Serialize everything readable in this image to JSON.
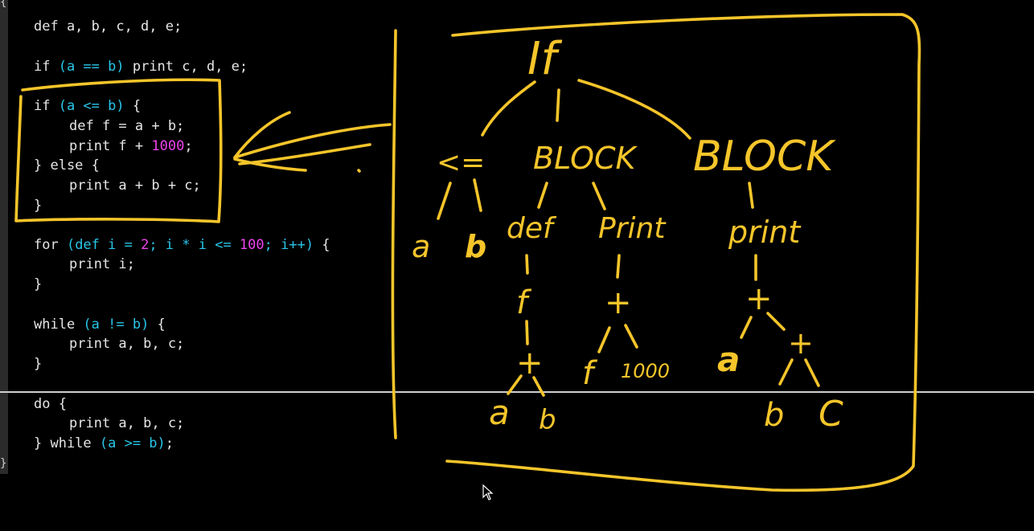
{
  "editor": {
    "gutter": {
      "open_brace": "{",
      "close_brace": "}"
    },
    "lines": [
      {
        "indent": 0,
        "tokens": [
          {
            "t": "def a, b, c, d, e;",
            "c": "p"
          }
        ]
      },
      {
        "indent": 0,
        "tokens": []
      },
      {
        "indent": 0,
        "tokens": [
          {
            "t": "if ",
            "c": "p"
          },
          {
            "t": "(a == b)",
            "c": "cy"
          },
          {
            "t": " print c, d, e;",
            "c": "p"
          }
        ]
      },
      {
        "indent": 0,
        "tokens": []
      },
      {
        "indent": 0,
        "tokens": [
          {
            "t": "if ",
            "c": "p"
          },
          {
            "t": "(a <= b)",
            "c": "cy"
          },
          {
            "t": " {",
            "c": "p"
          }
        ]
      },
      {
        "indent": 1,
        "tokens": [
          {
            "t": "def f = a + b;",
            "c": "p"
          }
        ]
      },
      {
        "indent": 1,
        "tokens": [
          {
            "t": "print f + ",
            "c": "p"
          },
          {
            "t": "1000",
            "c": "mg"
          },
          {
            "t": ";",
            "c": "p"
          }
        ]
      },
      {
        "indent": 0,
        "tokens": [
          {
            "t": "} else {",
            "c": "p"
          }
        ]
      },
      {
        "indent": 1,
        "tokens": [
          {
            "t": "print a + b + c;",
            "c": "p"
          }
        ]
      },
      {
        "indent": 0,
        "tokens": [
          {
            "t": "}",
            "c": "p"
          }
        ]
      },
      {
        "indent": 0,
        "tokens": [],
        "gap": true
      },
      {
        "indent": 0,
        "tokens": [
          {
            "t": "for ",
            "c": "p"
          },
          {
            "t": "(def i = ",
            "c": "cy"
          },
          {
            "t": "2",
            "c": "mg"
          },
          {
            "t": "; i * i <= ",
            "c": "cy"
          },
          {
            "t": "100",
            "c": "mg"
          },
          {
            "t": "; i++)",
            "c": "cy"
          },
          {
            "t": " {",
            "c": "p"
          }
        ]
      },
      {
        "indent": 1,
        "tokens": [
          {
            "t": "print i;",
            "c": "p"
          }
        ]
      },
      {
        "indent": 0,
        "tokens": [
          {
            "t": "}",
            "c": "p"
          }
        ]
      },
      {
        "indent": 0,
        "tokens": []
      },
      {
        "indent": 0,
        "tokens": [
          {
            "t": "while ",
            "c": "p"
          },
          {
            "t": "(a != b)",
            "c": "cy"
          },
          {
            "t": " {",
            "c": "p"
          }
        ]
      },
      {
        "indent": 1,
        "tokens": [
          {
            "t": "print a, b, c;",
            "c": "p"
          }
        ]
      },
      {
        "indent": 0,
        "tokens": [
          {
            "t": "}",
            "c": "p"
          }
        ]
      },
      {
        "indent": 0,
        "tokens": []
      },
      {
        "indent": 0,
        "tokens": [
          {
            "t": "do {",
            "c": "p"
          }
        ]
      },
      {
        "indent": 1,
        "tokens": [
          {
            "t": "print a, b, c;",
            "c": "p"
          }
        ]
      },
      {
        "indent": 0,
        "tokens": [
          {
            "t": "} while ",
            "c": "p"
          },
          {
            "t": "(a >= b)",
            "c": "cy"
          },
          {
            "t": ";",
            "c": "p"
          }
        ]
      }
    ]
  },
  "annotation": {
    "ink_color": "#f5c52a",
    "tree_labels": {
      "root": "If",
      "cond": "<=",
      "block1": "BLOCK",
      "block2": "BLOCK",
      "a1": "a",
      "b1": "b",
      "def": "def",
      "print1": "Print",
      "print2": "print",
      "f1": "f",
      "plus1": "+",
      "a2": "a",
      "b2": "b",
      "plus2": "+",
      "f2": "f",
      "n1000": "1000",
      "plus3": "+",
      "a3": "a",
      "plus4": "+",
      "b3": "b",
      "c3": "C"
    }
  },
  "cursor_icon": "mouse-pointer-icon"
}
